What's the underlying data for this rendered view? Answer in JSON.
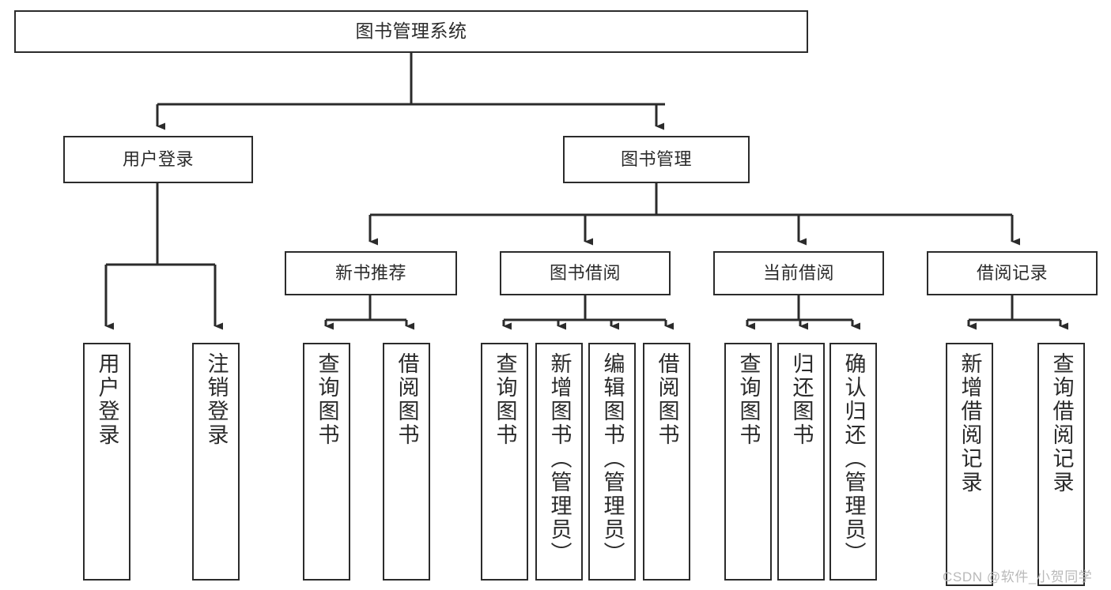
{
  "diagram": {
    "title": "图书管理系统",
    "type": "tree-hierarchy-chart",
    "stroke_color": "#2b2b2b",
    "fill_color": "#ffffff",
    "text_color": "#2b2b2b"
  },
  "root": {
    "label": "图书管理系统"
  },
  "level2": [
    {
      "label": "用户登录"
    },
    {
      "label": "图书管理"
    }
  ],
  "level3": [
    {
      "label": "新书推荐"
    },
    {
      "label": "图书借阅"
    },
    {
      "label": "当前借阅"
    },
    {
      "label": "借阅记录"
    }
  ],
  "leaves": {
    "user_login": [
      {
        "label": "用户登录"
      },
      {
        "label": "注销登录"
      }
    ],
    "new_book_recommend": [
      {
        "label": "查询图书"
      },
      {
        "label": "借阅图书"
      }
    ],
    "book_borrow": [
      {
        "label": "查询图书"
      },
      {
        "label": "新增图书（管理员）"
      },
      {
        "label": "编辑图书（管理员）"
      },
      {
        "label": "借阅图书"
      }
    ],
    "current_borrow": [
      {
        "label": "查询图书"
      },
      {
        "label": "归还图书"
      },
      {
        "label": "确认归还（管理员）"
      }
    ],
    "borrow_record": [
      {
        "label": "新增借阅记录"
      },
      {
        "label": "查询借阅记录"
      }
    ]
  },
  "watermark": {
    "text": "CSDN @软件_小贺同学",
    "color": "#b9b9b9"
  }
}
